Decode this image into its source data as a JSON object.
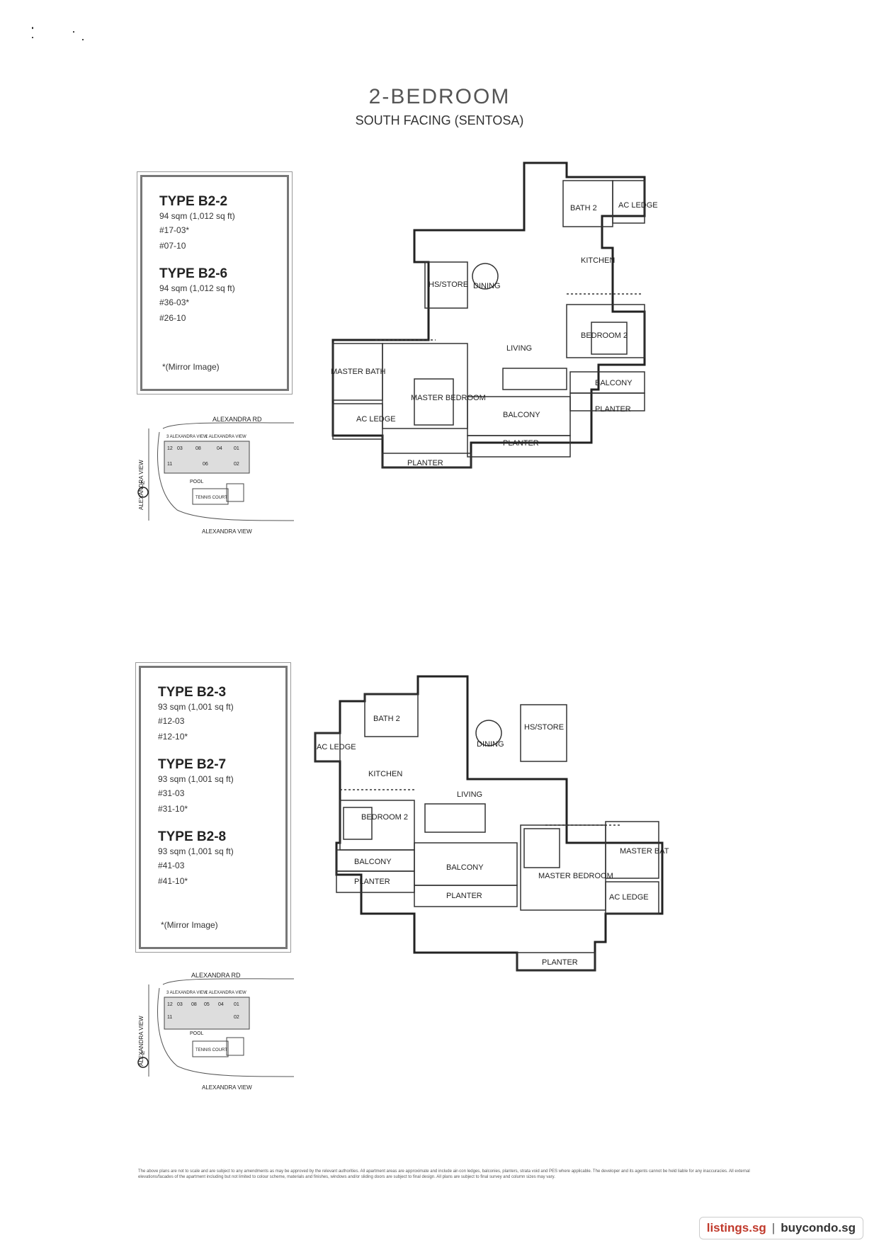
{
  "header": {
    "title": "2-BEDROOM",
    "subtitle": "SOUTH FACING (SENTOSA)"
  },
  "block1": {
    "types": [
      {
        "name": "TYPE B2-2",
        "area": "94 sqm (1,012 sq ft)",
        "units": [
          "#17-03*",
          "#07-10"
        ]
      },
      {
        "name": "TYPE B2-6",
        "area": "94 sqm (1,012 sq ft)",
        "units": [
          "#36-03*",
          "#26-10"
        ]
      }
    ],
    "mirror_note": "*(Mirror Image)"
  },
  "block2": {
    "types": [
      {
        "name": "TYPE B2-3",
        "area": "93 sqm (1,001 sq ft)",
        "units": [
          "#12-03",
          "#12-10*"
        ]
      },
      {
        "name": "TYPE B2-7",
        "area": "93 sqm (1,001 sq ft)",
        "units": [
          "#31-03",
          "#31-10*"
        ]
      },
      {
        "name": "TYPE B2-8",
        "area": "93 sqm (1,001 sq ft)",
        "units": [
          "#41-03",
          "#41-10*"
        ]
      }
    ],
    "mirror_note": "*(Mirror Image)"
  },
  "site_plan": {
    "road_top": "ALEXANDRA RD",
    "road_left": "ALEXANDRA VIEW",
    "road_bottom": "ALEXANDRA VIEW",
    "block_a": "3 ALEXANDRA VIEW",
    "block_b": "1 ALEXANDRA VIEW",
    "pool": "POOL",
    "tennis": "TENNIS COURT",
    "north": "N",
    "stacks_1": [
      "12",
      "03",
      "08",
      "04",
      "01",
      "11",
      "06",
      "02"
    ],
    "stacks_2": [
      "12",
      "03",
      "08",
      "05",
      "04",
      "01",
      "11",
      "02"
    ]
  },
  "plan_labels": {
    "bath2": "BATH 2",
    "ac_ledge": "AC LEDGE",
    "kitchen": "KITCHEN",
    "hs_store": "HS/STORE",
    "dining": "DINING",
    "bedroom2": "BEDROOM 2",
    "living": "LIVING",
    "master_bath": "MASTER BATH",
    "master_bedroom": "MASTER BEDROOM",
    "balcony": "BALCONY",
    "planter": "PLANTER"
  },
  "disclaimer": "The above plans are not to scale and are subject to any amendments as may be approved by the relevant authorities. All apartment areas are approximate and include air-con ledges, balconies, planters, strata void and PES where applicable. The developer and its agents cannot be held liable for any inaccuracies. All external elevations/facades of the apartment including but not limited to colour scheme, materials and finishes, windows and/or sliding doors are subject to final design. All plans are subject to final survey and column sizes may vary.",
  "footer": {
    "site1": "listings.sg",
    "sep": "|",
    "site2": "buycondo.sg"
  }
}
